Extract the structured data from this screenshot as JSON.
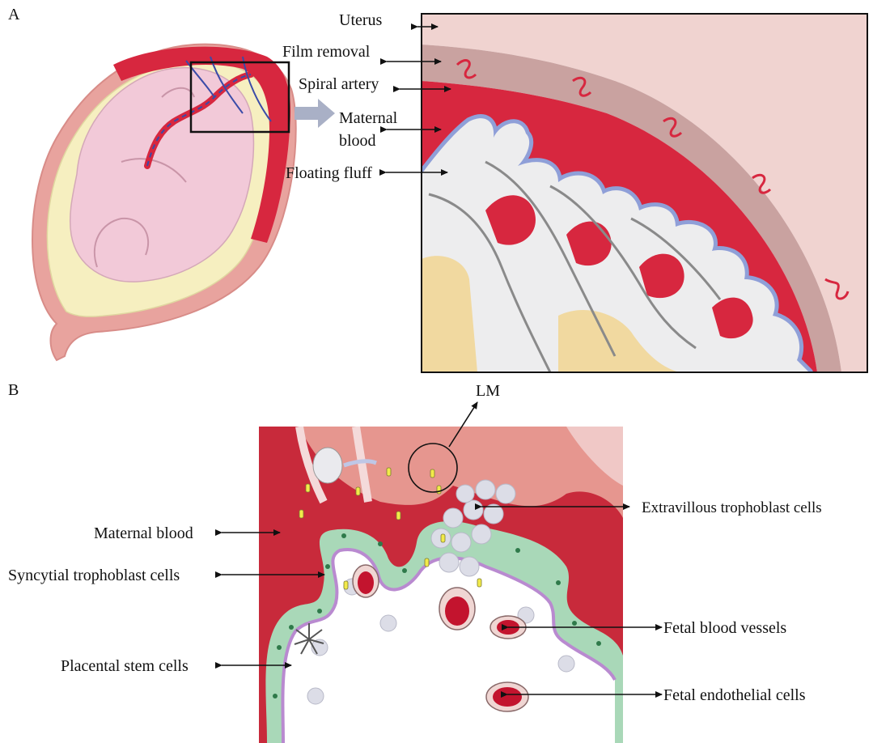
{
  "panels": {
    "a": "A",
    "b": "B"
  },
  "panel_a_labels": {
    "uterus": "Uterus",
    "film_removal": "Film removal",
    "spiral_artery": "Spiral artery",
    "maternal_blood_1": "Maternal",
    "maternal_blood_2": "blood",
    "floating_fluff": "Floating fluff"
  },
  "panel_b_labels": {
    "lm": "LM",
    "extravillous": "Extravillous trophoblast cells",
    "maternal_blood": "Maternal blood",
    "syncytial": "Syncytial trophoblast cells",
    "fetal_vessels": "Fetal blood vessels",
    "stem_cells": "Placental stem cells",
    "endothelial": "Fetal endothelial cells"
  },
  "colors": {
    "uterus_outer": "#e8a39e",
    "uterus_light": "#f0d3d0",
    "decidua": "#c9a2a0",
    "maternal_blood": "#d7273f",
    "fetus": "#f2c9d8",
    "amniotic": "#f6efc0",
    "villus": "#ededee",
    "syncytium_edge": "#8f9fd8",
    "stem_villus": "#f1d9a0",
    "trophoblast_green": "#a9d8b8",
    "basement_purple": "#b98ad0",
    "endometrium": "#e6968f"
  }
}
